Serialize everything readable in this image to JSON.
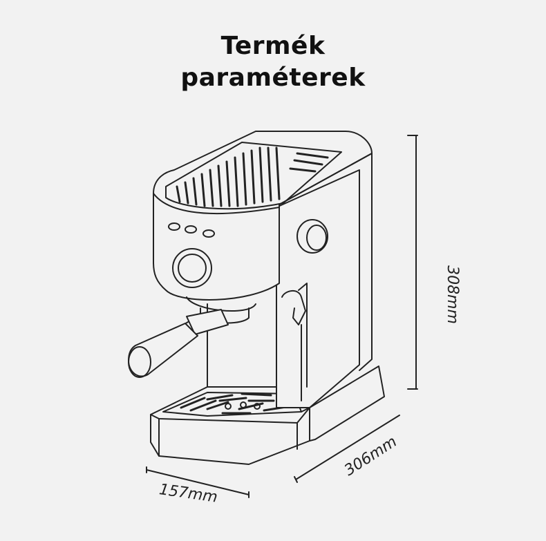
{
  "title": {
    "line1": "Termék",
    "line2": "paraméterek"
  },
  "dimensions": {
    "height": "308mm",
    "depth": "306mm",
    "width": "157mm"
  },
  "colors": {
    "background": "#f2f2f2",
    "line": "#222222"
  }
}
